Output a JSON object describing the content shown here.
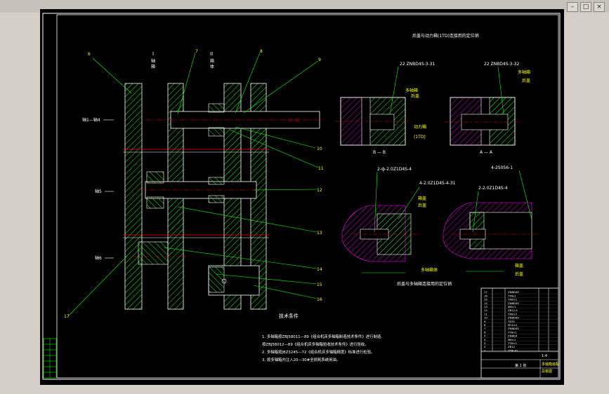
{
  "window": {
    "controls": {
      "minimize": "–",
      "maximize": "□",
      "close": "×"
    }
  },
  "colors": {
    "background": "#000000",
    "outline": "#ffffff",
    "part": "#ffffff",
    "hatch": "#00ff00",
    "centerline": "#ff0000",
    "leader": "#00ff00",
    "label": "#ffff00",
    "dimension": "#00ff00",
    "magenta": "#ff00ff"
  },
  "drawing": {
    "section_labels": {
      "col1_a": "I",
      "col1_b": "轴",
      "col1_c": "箱",
      "col2_a": "II",
      "col2_b": "箱",
      "col2_c": "体"
    },
    "part_numbers": {
      "n6": "6",
      "n7": "7",
      "n8": "8",
      "n9": "9",
      "n10": "10",
      "n11": "11",
      "n12": "12",
      "n13": "13",
      "n14": "14",
      "n15": "15",
      "n16": "16",
      "n17": "17"
    },
    "axis_labels": {
      "a1": "轴1—轴4",
      "a2": "轴5",
      "a3": "轴6"
    },
    "detail_title": "后盖与动力箱(1TD)连接用的定位销",
    "detail_b": {
      "code": "22 ZNBD4S-3-31",
      "label1": "多轴箱",
      "label2": "后盖",
      "label3": "动力箱",
      "label4": "(1TD)",
      "section": "B — B"
    },
    "detail_a": {
      "code": "22 ZNBD4S-3-32",
      "label1": "多轴箱",
      "label2": "后盖",
      "section": "A — A"
    },
    "detail_c": {
      "code1": "2-ф-2.0Z1D4S-4",
      "code2": "4-2.0Z1D4S-4-31",
      "code3": "2-2.0Z1D4S-4",
      "code4": "4-2S0S6-1",
      "label1": "箱盖",
      "label2": "后盖",
      "label3": "多轴箱体",
      "label4": "箱盖",
      "label5": "后盖",
      "caption": "后盖与多轴箱连接用的定位销"
    },
    "tech_requirements": {
      "title": "技术条件",
      "line1": "1. 多轴箱按ZBJ58011—89《组合机床多轴箱制造技术条件》进行制造,",
      "line2": "   按ZBJ58012—89《组合机床多轴箱验收技术条件》进行验收。",
      "line3": "2. 多轴箱按JBZ3245—72《组合机床多轴箱精度》标准进行检验。",
      "line4": "3. 按多轴箱内注入20—30#全损耗系统用油。"
    },
    "title_block": {
      "rows": [
        "17",
        "16",
        "15",
        "14",
        "13",
        "12",
        "11",
        "10",
        "9",
        "8",
        "7",
        "6",
        "5",
        "4",
        "3",
        "2",
        "1"
      ],
      "part_names": [
        "ZNBD4S",
        "7TAL2",
        "7X8×1",
        "ZNBD4S",
        "M8×1",
        "ZB12-4",
        "7X8×2",
        "ZNBD4S",
        "7X34",
        "M10×1",
        "ZNBD4S",
        "7T8×1",
        "ZNBD4",
        "M8×1",
        "7T8×2",
        "ZB12",
        "7T8L32"
      ],
      "drawing_name": "多轴箱装配",
      "drawing_sub": "总装图",
      "scale": "1:4",
      "sheet_label": "第 1 张"
    }
  }
}
